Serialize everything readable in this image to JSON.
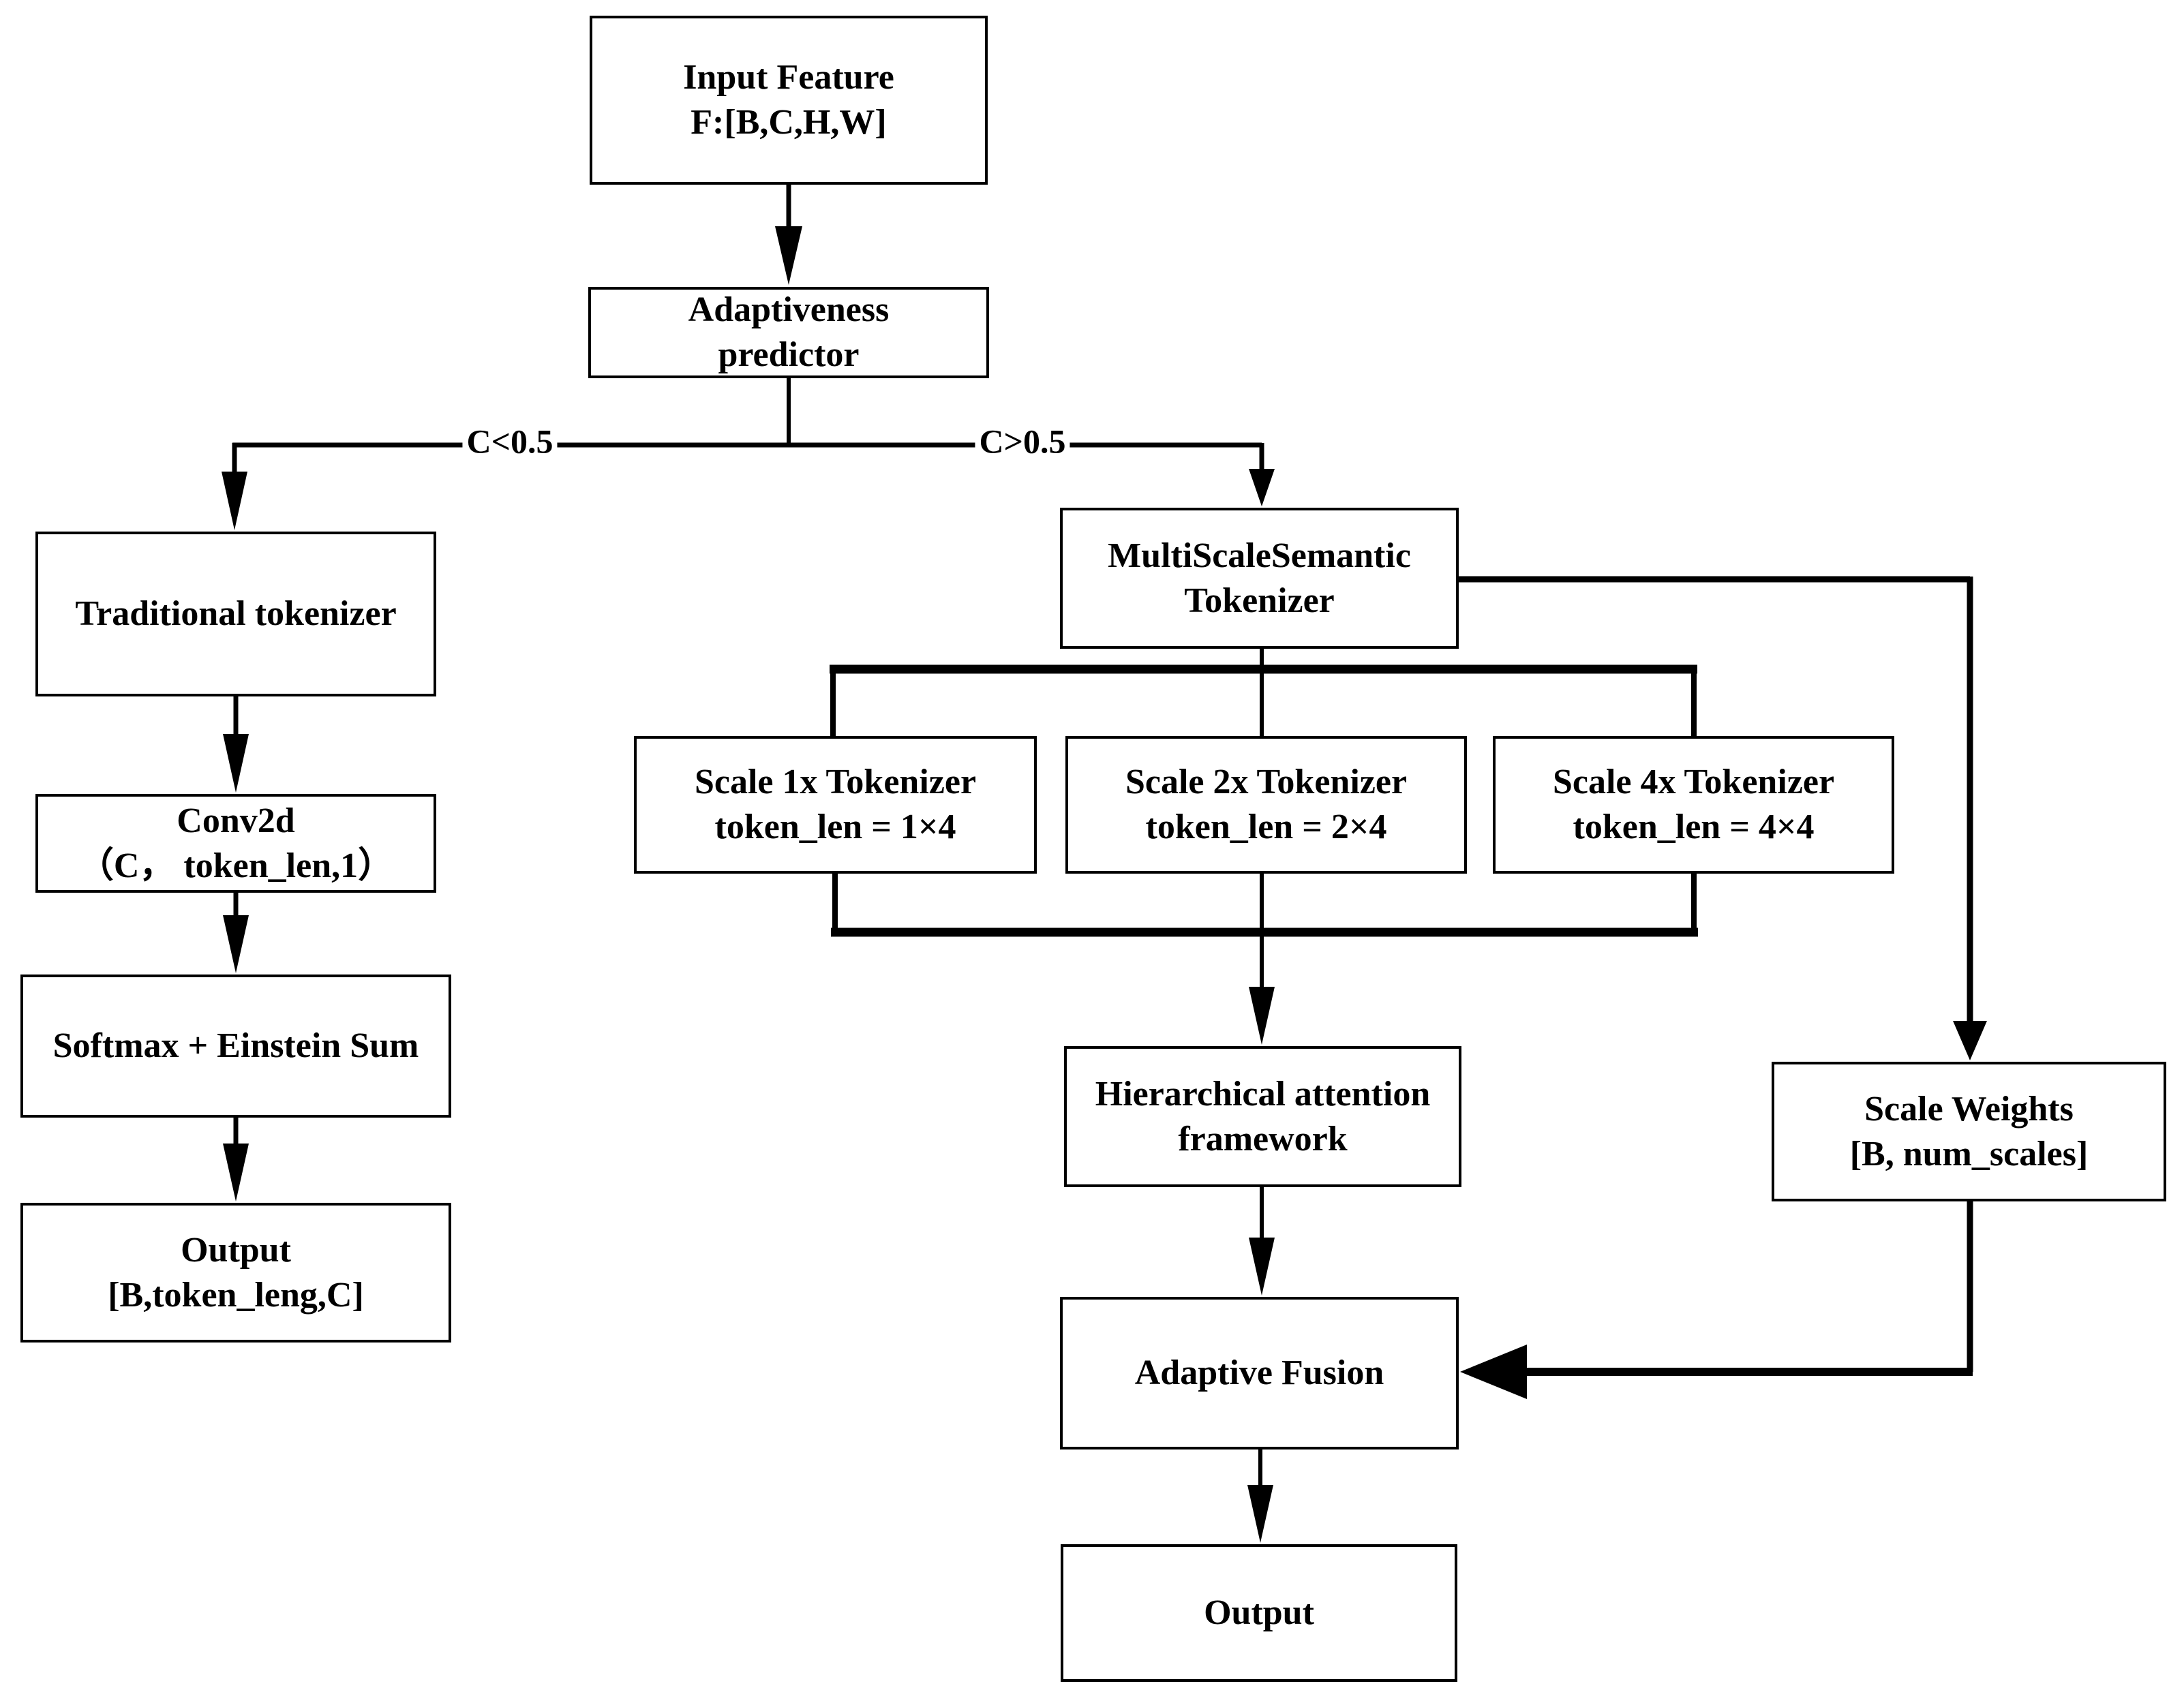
{
  "nodes": {
    "input_feature": {
      "line1": "Input Feature",
      "line2": "F:[B,C,H,W]"
    },
    "adaptiveness_predictor": {
      "line1": "Adaptiveness",
      "line2": "predictor"
    },
    "traditional_tokenizer": {
      "line1": "Traditional tokenizer"
    },
    "conv2d": {
      "line1": "Conv2d",
      "line2": "（C， token_len,1）"
    },
    "softmax_einstein_sum": {
      "line1": "Softmax + Einstein Sum"
    },
    "output_traditional": {
      "line1": "Output",
      "line2": "[B,token_leng,C]"
    },
    "multiscale_semantic_tokenizer": {
      "line1": "MultiScaleSemantic",
      "line2": "Tokenizer"
    },
    "scale_1x_tokenizer": {
      "line1": "Scale 1x Tokenizer",
      "line2": "token_len = 1×4"
    },
    "scale_2x_tokenizer": {
      "line1": "Scale 2x Tokenizer",
      "line2": "token_len = 2×4"
    },
    "scale_4x_tokenizer": {
      "line1": "Scale 4x Tokenizer",
      "line2": "token_len = 4×4"
    },
    "hierarchical_attention_framework": {
      "line1": "Hierarchical attention",
      "line2": "framework"
    },
    "adaptive_fusion": {
      "line1": "Adaptive Fusion"
    },
    "scale_weights": {
      "line1": "Scale Weights",
      "line2": "[B, num_scales]"
    },
    "output_final": {
      "line1": "Output"
    }
  },
  "edge_labels": {
    "left_condition": "C<0.5",
    "right_condition": "C>0.5"
  },
  "colors": {
    "background": "#ffffff",
    "box_fill": "#ffffff",
    "box_border": "#000000",
    "line": "#000000",
    "text": "#000000"
  }
}
